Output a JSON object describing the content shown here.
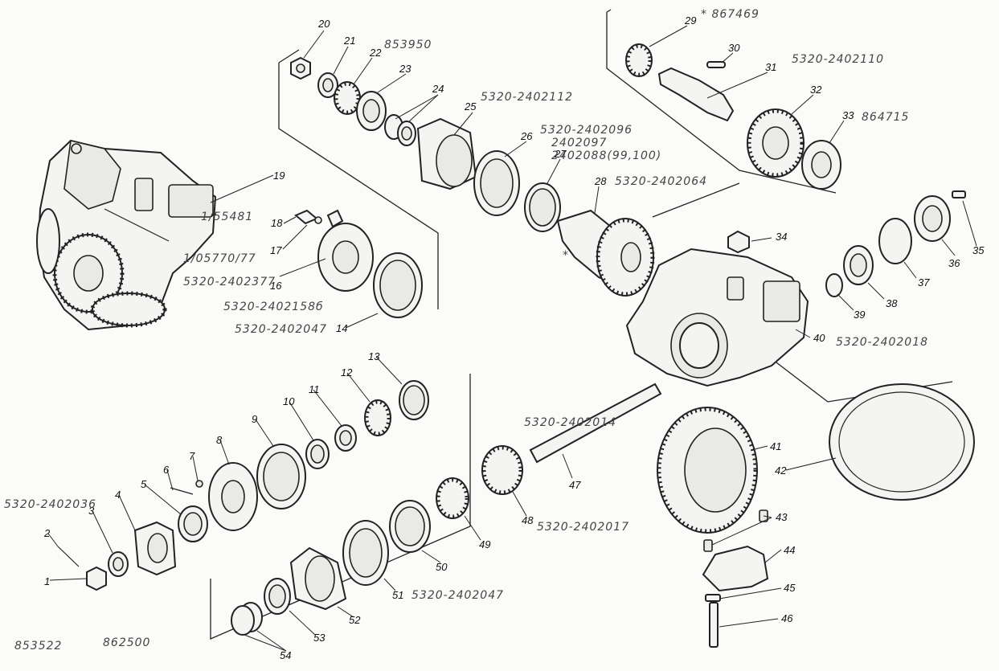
{
  "callouts": [
    "1",
    "2",
    "3",
    "4",
    "5",
    "6",
    "7",
    "8",
    "9",
    "10",
    "11",
    "12",
    "13",
    "14",
    "16",
    "17",
    "18",
    "19",
    "20",
    "21",
    "22",
    "23",
    "24",
    "25",
    "26",
    "27",
    "28",
    "29",
    "30",
    "31",
    "32",
    "33",
    "34",
    "35",
    "36",
    "37",
    "38",
    "39",
    "40",
    "41",
    "42",
    "43",
    "44",
    "45",
    "46",
    "47",
    "48",
    "49",
    "50",
    "51",
    "52",
    "53",
    "54"
  ],
  "notes": {
    "n_853950": "853950",
    "n_2402112": "5320-2402112",
    "n_2402096": "5320-2402096",
    "n_2402097": "2402097",
    "n_2402088": "2402088(99,100)",
    "n_2402064": "5320-2402064",
    "n_867469": "* 867469",
    "n_2402110": "5320-2402110",
    "n_864715": "864715",
    "n_2402018": "5320-2402018",
    "n_2402014": "5320-2402014",
    "n_2402017": "5320-2402017",
    "n_2402047b": "5320-2402047",
    "n_2402036": "5320-2402036",
    "n_853522": "853522",
    "n_862500": "862500",
    "n_155481": "1/55481",
    "n_1057077": "1/05770/77",
    "n_2402377": "5320-2402377",
    "n_2402158": "5320-2402158б",
    "n_2402047a": "5320-2402047",
    "star_28": "*"
  }
}
